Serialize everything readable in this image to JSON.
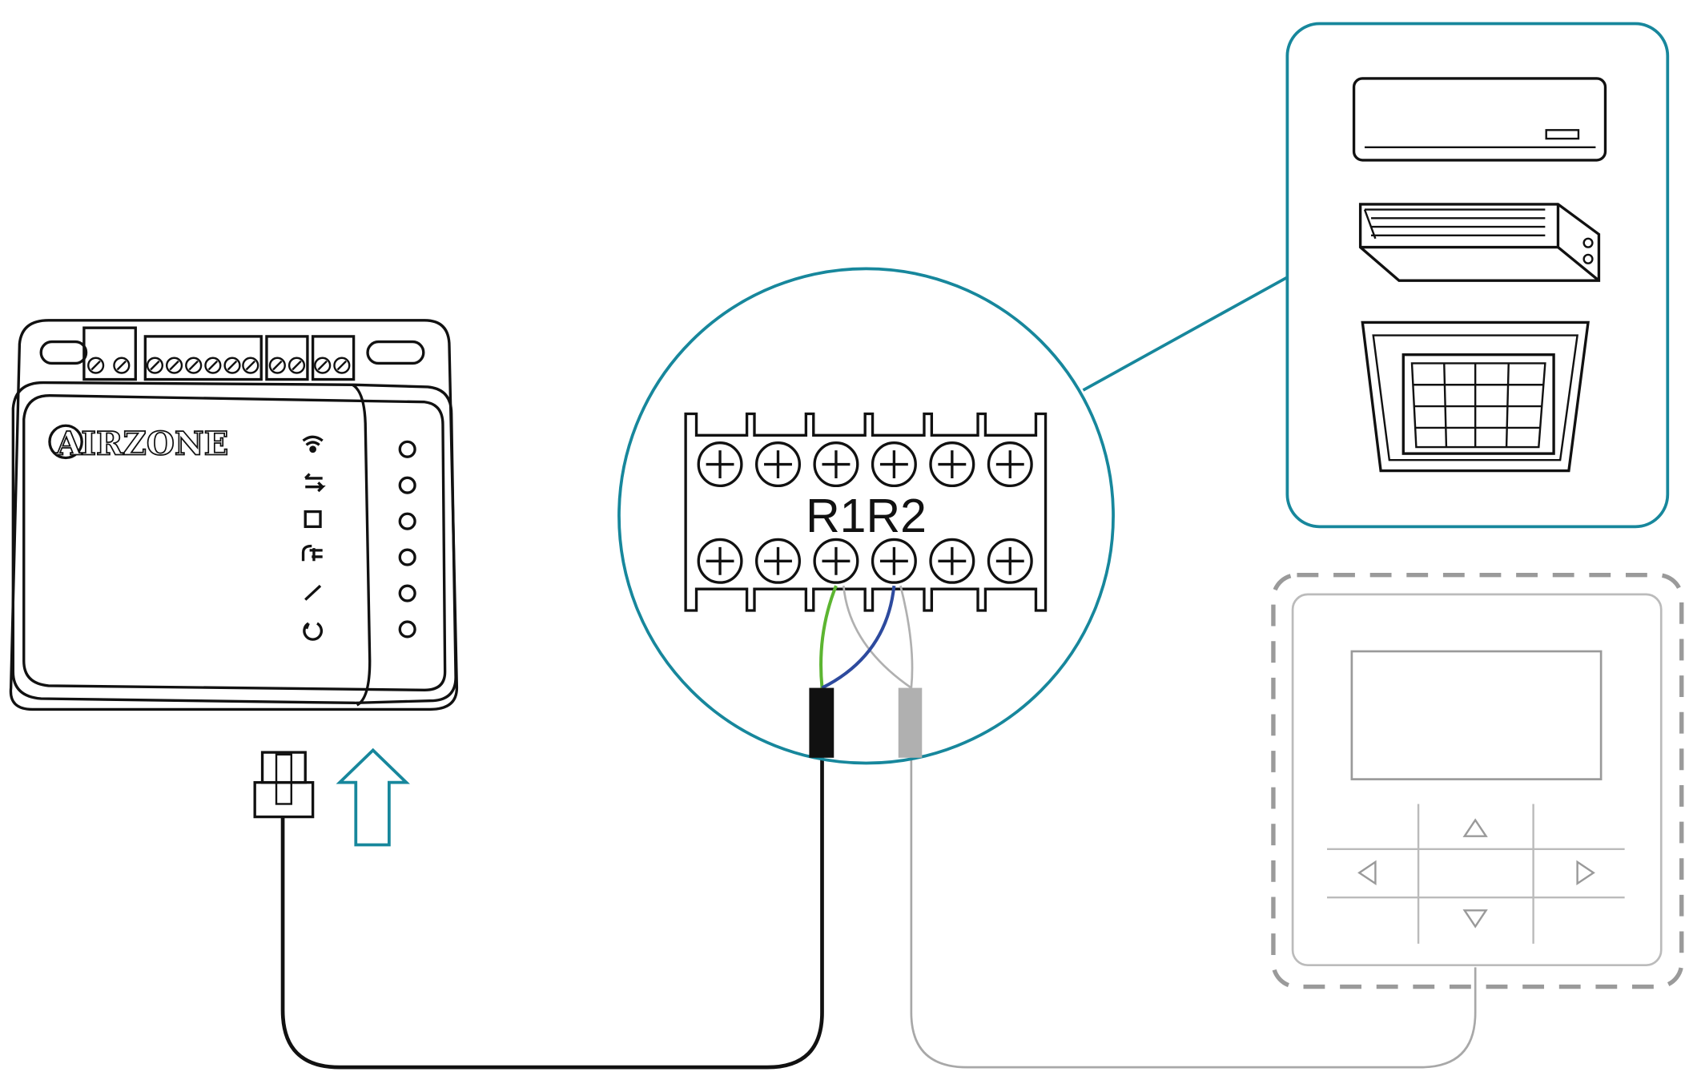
{
  "device": {
    "brand_logo": "AIRZONE",
    "led_count": 6,
    "status_icons": [
      "wifi-icon",
      "data-transfer-icon",
      "chip-icon",
      "power-plug-icon",
      "link-icon",
      "reset-icon"
    ]
  },
  "terminal_block": {
    "label": "R1R2",
    "screws_per_row": 6
  },
  "colors": {
    "accent": "#17879c",
    "wire_green": "#5cb531",
    "wire_blue": "#2d4a9e",
    "cable_black": "#111111",
    "cable_grey": "#b0b0b0",
    "controller_grey": "#9a9a9a"
  },
  "indoor_units": [
    "wall-split-unit",
    "ducted-unit",
    "cassette-unit"
  ]
}
